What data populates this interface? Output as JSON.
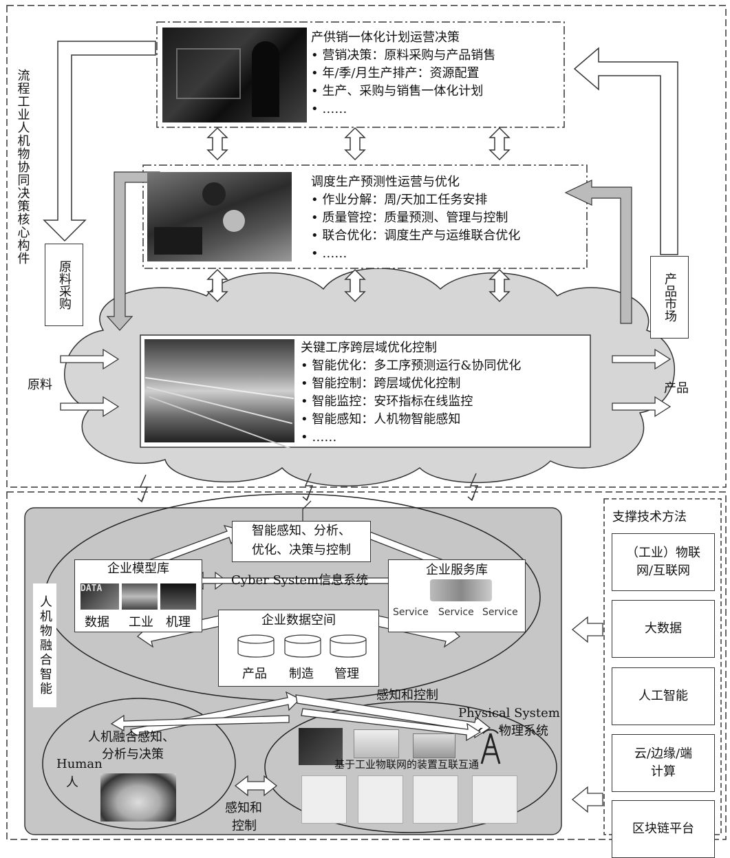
{
  "top_panel": {
    "side_title": "流程工业人机物协同决策核心构件",
    "raw_purchase": "原料采购",
    "product_market": "产品市场",
    "raw_material": "原料",
    "product": "产品",
    "plan_box": {
      "title": "产供销一体化计划运营决策",
      "lines": [
        "• 营销决策：原料采购与产品销售",
        "• 年/季/月生产排产：资源配置",
        "• 生产、采购与销售一体化计划",
        "• ……"
      ]
    },
    "schedule_box": {
      "title": "调度生产预测性运营与优化",
      "lines": [
        "• 作业分解：周/天加工任务安排",
        "• 质量管控：质量预测、管理与控制",
        "• 联合优化：调度生产与运维联合优化",
        "• ……"
      ]
    },
    "control_box": {
      "title": "关键工序跨层域优化控制",
      "lines": [
        "• 智能优化：多工序预测运行&协同优化",
        "• 智能控制：跨层域优化控制",
        "• 智能监控：安环指标在线监控",
        "• 智能感知：人机物智能感知",
        "• ……"
      ]
    }
  },
  "bottom_panel": {
    "side_title": "人机物融合智能",
    "smart_box": "智能感知、分析、优化、决策与控制",
    "smart_box_lines": [
      "智能感知、分析、",
      "优化、决策与控制"
    ],
    "cyber_label": "Cyber System信息系统",
    "model_lib": {
      "title": "企业模型库",
      "items": [
        "数据",
        "工业",
        "机理"
      ],
      "data_img_text": "DATA"
    },
    "service_lib": {
      "title": "企业服务库",
      "items": [
        "Service",
        "Service",
        "Service"
      ]
    },
    "data_space": {
      "title": "企业数据空间",
      "items": [
        "产品",
        "制造",
        "管理"
      ]
    },
    "sense_control_1": "感知和控制",
    "physical_label_1": "Physical System",
    "physical_label_2": "物理系统",
    "human_fusion_1": "人机融合感知、",
    "human_fusion_2": "分析与决策",
    "human_en": "Human",
    "human_cn": "人",
    "sense_control_2a": "感知和",
    "sense_control_2b": "控制",
    "iot_label": "基于工业物联网的装置互联互通"
  },
  "tech_panel": {
    "title": "支撑技术方法",
    "items": [
      {
        "l1": "（工业）物联",
        "l2": "网/互联网"
      },
      {
        "l1": "大数据",
        "l2": ""
      },
      {
        "l1": "人工智能",
        "l2": ""
      },
      {
        "l1": "云/边缘/端",
        "l2": "计算"
      },
      {
        "l1": "区块链平台",
        "l2": ""
      }
    ]
  }
}
